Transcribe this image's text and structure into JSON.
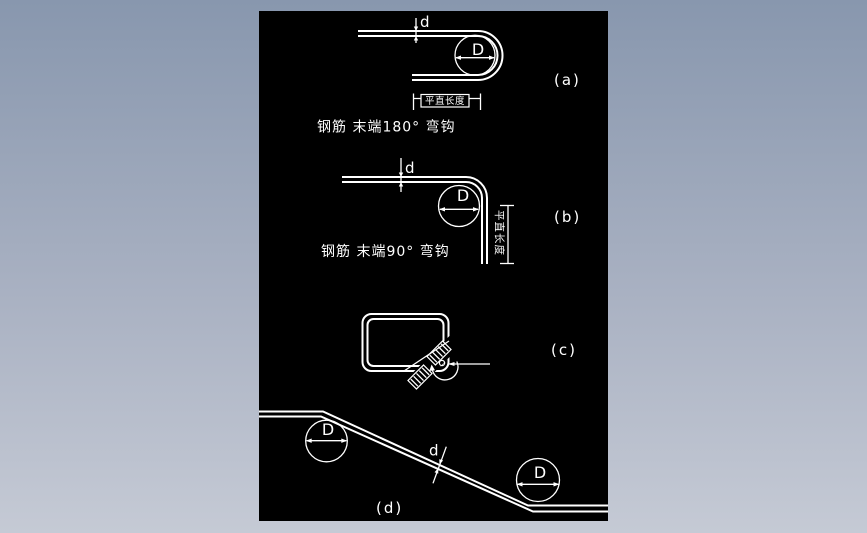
{
  "page": {
    "background_top": "#8897ae",
    "background_bottom": "#c5cad5"
  },
  "canvas": {
    "background": "#000000",
    "line_color": "#ffffff"
  },
  "figures": {
    "a": {
      "label": "(a)",
      "caption": "钢筋 末端180° 弯钩",
      "bar_diameter_label": "d",
      "bend_diameter_label": "D",
      "straight_length_label": "平直长度"
    },
    "b": {
      "label": "(b)",
      "caption": "钢筋 末端90° 弯钩",
      "bar_diameter_label": "d",
      "bend_diameter_label": "D",
      "straight_length_label": "平直长度"
    },
    "c": {
      "label": "(c)"
    },
    "d": {
      "label": "(d)",
      "bar_diameter_label": "d",
      "bend_diameter_left_label": "D",
      "bend_diameter_right_label": "D"
    }
  }
}
